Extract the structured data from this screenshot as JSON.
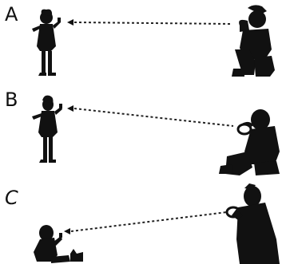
{
  "panels": [
    {
      "id": "A",
      "label": "A"
    },
    {
      "id": "B",
      "label": "B"
    },
    {
      "id": "C",
      "label": "C"
    }
  ],
  "colors": {
    "silhouette": "#111111",
    "background": "#ffffff",
    "dotted_line": "#222222"
  }
}
